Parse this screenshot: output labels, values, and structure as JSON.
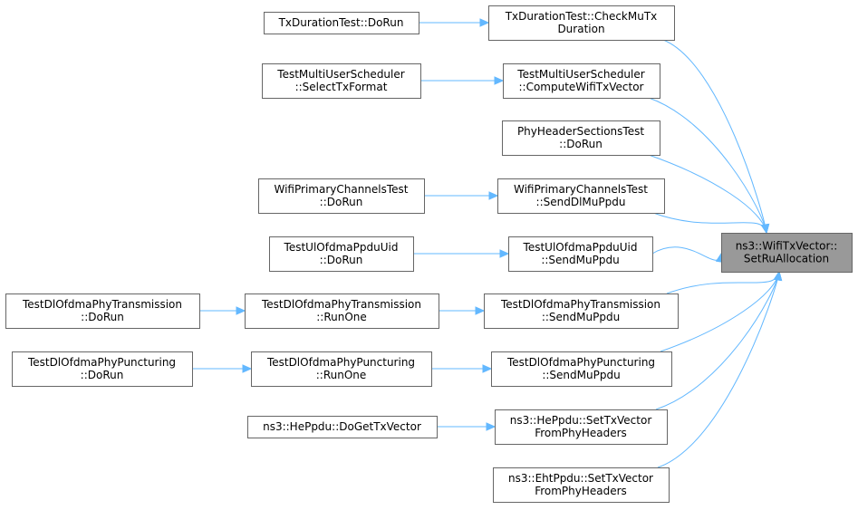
{
  "nodes": [
    {
      "id": "root",
      "lines": [
        "ns3::WifiTxVector::",
        "SetRuAllocation"
      ],
      "root": true
    },
    {
      "id": "txdur_check",
      "lines": [
        "TxDurationTest::CheckMuTx",
        "Duration"
      ]
    },
    {
      "id": "txdur_run",
      "lines": [
        "TxDurationTest::DoRun"
      ]
    },
    {
      "id": "mus_compute",
      "lines": [
        "TestMultiUserScheduler",
        "::ComputeWifiTxVector"
      ]
    },
    {
      "id": "mus_select",
      "lines": [
        "TestMultiUserScheduler",
        "::SelectTxFormat"
      ]
    },
    {
      "id": "phyhdr_run",
      "lines": [
        "PhyHeaderSectionsTest",
        "::DoRun"
      ]
    },
    {
      "id": "wpc_send",
      "lines": [
        "WifiPrimaryChannelsTest",
        "::SendDlMuPpdu"
      ]
    },
    {
      "id": "wpc_run",
      "lines": [
        "WifiPrimaryChannelsTest",
        "::DoRun"
      ]
    },
    {
      "id": "ulo_send",
      "lines": [
        "TestUlOfdmaPpduUid",
        "::SendMuPpdu"
      ]
    },
    {
      "id": "ulo_run",
      "lines": [
        "TestUlOfdmaPpduUid",
        "::DoRun"
      ]
    },
    {
      "id": "dlt_send",
      "lines": [
        "TestDlOfdmaPhyTransmission",
        "::SendMuPpdu"
      ]
    },
    {
      "id": "dlt_runone",
      "lines": [
        "TestDlOfdmaPhyTransmission",
        "::RunOne"
      ]
    },
    {
      "id": "dlt_run",
      "lines": [
        "TestDlOfdmaPhyTransmission",
        "::DoRun"
      ]
    },
    {
      "id": "dlp_send",
      "lines": [
        "TestDlOfdmaPhyPuncturing",
        "::SendMuPpdu"
      ]
    },
    {
      "id": "dlp_runone",
      "lines": [
        "TestDlOfdmaPhyPuncturing",
        "::RunOne"
      ]
    },
    {
      "id": "dlp_run",
      "lines": [
        "TestDlOfdmaPhyPuncturing",
        "::DoRun"
      ]
    },
    {
      "id": "heppdu_set",
      "lines": [
        "ns3::HePpdu::SetTxVector",
        "FromPhyHeaders"
      ]
    },
    {
      "id": "heppdu_get",
      "lines": [
        "ns3::HePpdu::DoGetTxVector"
      ]
    },
    {
      "id": "ehtppdu_set",
      "lines": [
        "ns3::EhtPpdu::SetTxVector",
        "FromPhyHeaders"
      ]
    }
  ],
  "edges": [
    {
      "from": "txdur_check",
      "to": "root"
    },
    {
      "from": "txdur_run",
      "to": "txdur_check"
    },
    {
      "from": "mus_compute",
      "to": "root"
    },
    {
      "from": "mus_select",
      "to": "mus_compute"
    },
    {
      "from": "phyhdr_run",
      "to": "root"
    },
    {
      "from": "wpc_send",
      "to": "root"
    },
    {
      "from": "wpc_run",
      "to": "wpc_send"
    },
    {
      "from": "ulo_send",
      "to": "root"
    },
    {
      "from": "ulo_run",
      "to": "ulo_send"
    },
    {
      "from": "dlt_send",
      "to": "root"
    },
    {
      "from": "dlt_runone",
      "to": "dlt_send"
    },
    {
      "from": "dlt_run",
      "to": "dlt_runone"
    },
    {
      "from": "dlp_send",
      "to": "root"
    },
    {
      "from": "dlp_runone",
      "to": "dlp_send"
    },
    {
      "from": "dlp_run",
      "to": "dlp_runone"
    },
    {
      "from": "heppdu_set",
      "to": "root"
    },
    {
      "from": "heppdu_get",
      "to": "heppdu_set"
    },
    {
      "from": "ehtppdu_set",
      "to": "root"
    }
  ],
  "colors": {
    "edge": "#63b8ff",
    "node_border": "#666666",
    "root_fill": "#999999"
  }
}
